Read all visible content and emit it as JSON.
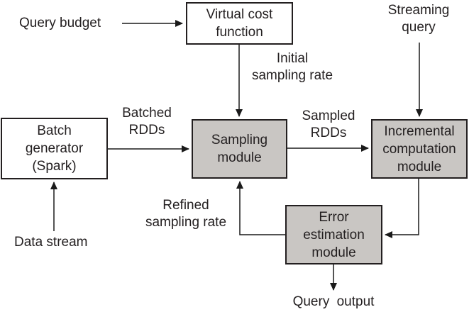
{
  "colors": {
    "module_fill_gray": "#c9c6c3",
    "module_fill_white": "#ffffff",
    "line": "#1a1a1a",
    "text": "#231f20"
  },
  "nodes": {
    "virtual_cost_function": {
      "lines": [
        "Virtual cost",
        "function"
      ]
    },
    "batch_generator": {
      "lines": [
        "Batch",
        "generator",
        "(Spark)"
      ]
    },
    "sampling_module": {
      "lines": [
        "Sampling",
        "module"
      ]
    },
    "incremental_computation_module": {
      "lines": [
        "Incremental",
        "computation",
        "module"
      ]
    },
    "error_estimation_module": {
      "lines": [
        "Error",
        "estimation",
        "module"
      ]
    }
  },
  "labels": {
    "query_budget": "Query budget",
    "streaming_query": {
      "lines": [
        "Streaming",
        "query"
      ]
    },
    "initial_sampling_rate": {
      "lines": [
        "Initial",
        "sampling rate"
      ]
    },
    "batched_rdds": {
      "lines": [
        "Batched",
        "RDDs"
      ]
    },
    "sampled_rdds": {
      "lines": [
        "Sampled",
        "RDDs"
      ]
    },
    "refined_sampling_rate": {
      "lines": [
        "Refined",
        "sampling rate"
      ]
    },
    "data_stream": "Data stream",
    "query_output": "Query output"
  }
}
